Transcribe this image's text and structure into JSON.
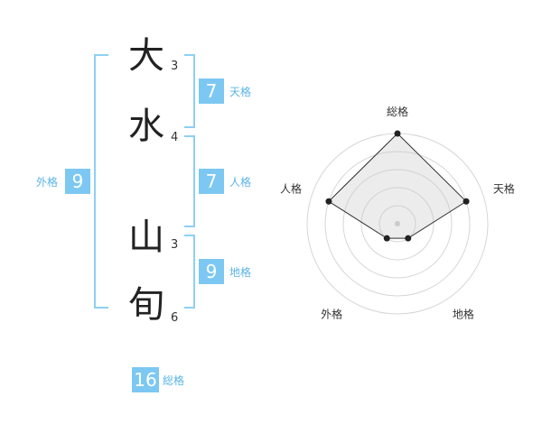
{
  "name_chars": [
    {
      "char": "大",
      "strokes": "3"
    },
    {
      "char": "水",
      "strokes": "4"
    },
    {
      "char": "山",
      "strokes": "3"
    },
    {
      "char": "旬",
      "strokes": "6"
    }
  ],
  "kakusu": {
    "tenkaku": {
      "value": "7",
      "label": "天格"
    },
    "jinkaku": {
      "value": "7",
      "label": "人格"
    },
    "chikaku": {
      "value": "9",
      "label": "地格"
    },
    "gaikaku": {
      "value": "9",
      "label": "外格"
    },
    "soukaku": {
      "value": "16",
      "label": "総格"
    }
  },
  "chart_data": {
    "type": "radar",
    "axes": [
      "総格",
      "天格",
      "地格",
      "外格",
      "人格"
    ],
    "values": [
      5,
      4,
      1,
      1,
      4
    ],
    "rmax": 5,
    "rings": 5
  },
  "colors": {
    "accent": "#7cc8f2",
    "bracket": "#8ed0f4",
    "label": "#5ab4e6"
  }
}
